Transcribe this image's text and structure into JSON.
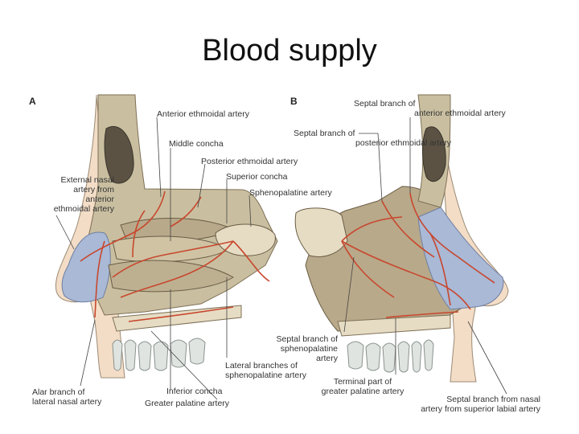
{
  "title": "Blood supply",
  "panels": {
    "a": {
      "letter": "A",
      "labels": {
        "anterior_ethmoidal": "Anterior ethmoidal artery",
        "middle_concha": "Middle concha",
        "posterior_ethmoidal": "Posterior ethmoidal artery",
        "superior_concha": "Superior concha",
        "sphenopalatine": "Sphenopalatine artery",
        "external_nasal_1": "External nasal",
        "external_nasal_2": "artery from",
        "external_nasal_3": "anterior",
        "external_nasal_4": "ethmoidal artery",
        "alar_1": "Alar branch of",
        "alar_2": "lateral nasal artery",
        "lateral_branches_1": "Lateral branches of",
        "lateral_branches_2": "sphenopalatine artery",
        "inferior_concha": "Inferior concha",
        "greater_palatine": "Greater palatine artery"
      }
    },
    "b": {
      "letter": "B",
      "labels": {
        "septal_anterior_1": "Septal branch of",
        "septal_anterior_2": "anterior ethmoidal artery",
        "septal_posterior_1": "Septal branch of",
        "septal_posterior_2": "posterior ethmoidal artery",
        "septal_spheno_1": "Septal branch of",
        "septal_spheno_2": "sphenopalatine",
        "septal_spheno_3": "artery",
        "terminal_1": "Terminal part of",
        "terminal_2": "greater palatine artery",
        "septal_labial_1": "Septal branch from nasal",
        "septal_labial_2": "artery from superior labial artery"
      }
    }
  },
  "colors": {
    "bone": "#c9bfa0",
    "bone_light": "#e6dcc4",
    "mucosa": "#b8a98a",
    "cartilage": "#a9b9d6",
    "artery": "#c8472e",
    "skin": "#f3ddc7",
    "tooth": "#dfe4e0",
    "leader": "#444444"
  }
}
